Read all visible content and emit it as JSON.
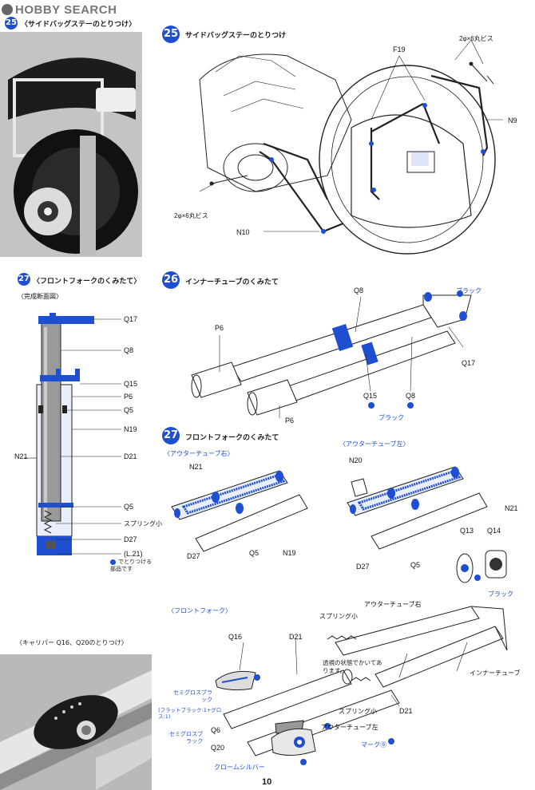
{
  "header": {
    "logo_text": "HOBBY SEARCH"
  },
  "left": {
    "step25": {
      "number": "25",
      "title": "サイドバッグステーのとりつけ"
    },
    "step27": {
      "number": "27",
      "title": "フロントフォークのくみたて",
      "subtitle": "完成断面図"
    },
    "section_labels": [
      "Q17",
      "Q8",
      "Q15",
      "P6",
      "Q5",
      "N19",
      "N21",
      "D21",
      "Q5",
      "スプリング小",
      "D27",
      "(L.21)"
    ],
    "legend": {
      "text_line1": "でとりつける",
      "text_line2": "部品です"
    },
    "caliper": {
      "title": "キャリパー Q16、Q20のとりつけ"
    }
  },
  "main": {
    "step25": {
      "number": "25",
      "title": "サイドバッグステーのとりつけ",
      "labels": [
        "F19",
        "2φ×6丸ビス",
        "N9",
        "2φ×6丸ビス",
        "N10"
      ]
    },
    "step26": {
      "number": "26",
      "title": "インナーチューブのくみたて",
      "labels": [
        "Q8",
        "ブラック",
        "P6",
        "Q17",
        "Q15",
        "Q8",
        "ブラック",
        "P6"
      ]
    },
    "step27": {
      "number": "27",
      "title": "フロントフォークのくみたて",
      "right_tube": {
        "title": "アウターチューブ右",
        "labels": [
          "N21",
          "D27",
          "Q5",
          "N19"
        ]
      },
      "left_tube": {
        "title": "アウターチューブ左",
        "labels": [
          "N20",
          "N21",
          "D27",
          "Q5"
        ]
      },
      "caliper_parts": {
        "labels": [
          "Q13",
          "Q14",
          "ブラック"
        ]
      },
      "front_fork": {
        "title": "フロントフォーク",
        "labels": [
          "Q16",
          "D21",
          "アウターチューブ右",
          "スプリング小",
          "透視の状態でかいてあります。",
          "インナーチューブ",
          "D21",
          "スプリング小",
          "セミグロスブラック",
          "(フラットブラック:1+グロス:1)",
          "Q6",
          "セミグロスブラック",
          "Q20",
          "アウターチューブ左",
          "マーク⑨",
          "クロームシルバー"
        ]
      }
    }
  },
  "footer": {
    "page_number": "10"
  },
  "colors": {
    "accent": "#1f4fd1",
    "line": "#222222"
  }
}
